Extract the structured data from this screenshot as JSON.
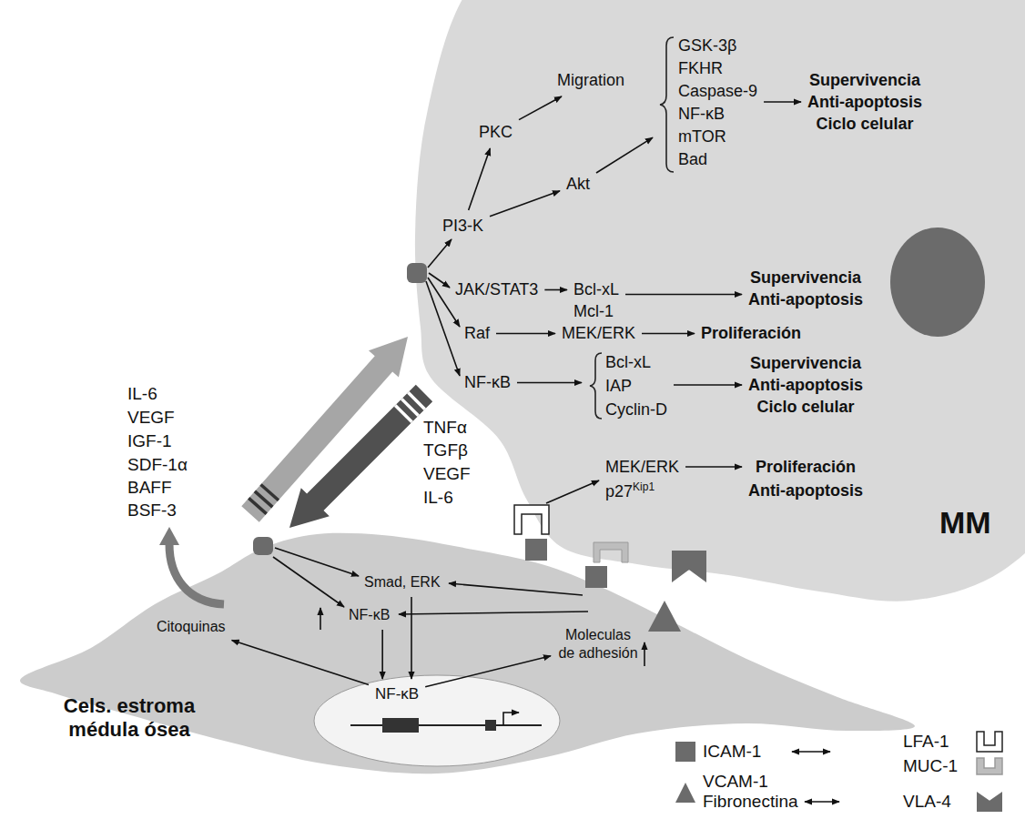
{
  "diagram": {
    "nodes": [
      {
        "text": [
          "MM"
        ]
      },
      {
        "text": [
          "Migration"
        ],
        "in": 0
      },
      {
        "text": [
          "PKC"
        ],
        "in": 0
      },
      {
        "text": [
          "PI3-K"
        ],
        "in": 0
      },
      {
        "text": [
          "Akt"
        ],
        "in": 0
      },
      {
        "text": [
          "GSK-3β",
          "FKHR",
          "Caspase-9",
          "NF-κB",
          "mTOR",
          "Bad"
        ],
        "in": 0
      },
      {
        "text": [
          "Supervivencia",
          "Anti-apoptosis",
          "Ciclo celular"
        ],
        "in": 0
      },
      {
        "text": [
          "JAK/STAT3"
        ],
        "in": 0
      },
      {
        "text": [
          "Bcl-xL",
          "Mcl-1"
        ],
        "in": 0
      },
      {
        "text": [
          "Supervivencia",
          "Anti-apoptosis"
        ],
        "in": 0
      },
      {
        "text": [
          "Raf"
        ],
        "in": 0
      },
      {
        "text": [
          "MEK/ERK"
        ],
        "in": 0
      },
      {
        "text": [
          "Proliferación"
        ],
        "in": 0
      },
      {
        "text": [
          "NF-κB"
        ],
        "in": 0
      },
      {
        "text": [
          "Bcl-xL",
          "IAP",
          "Cyclin-D"
        ],
        "in": 0
      },
      {
        "text": [
          "Supervivencia",
          "Anti-apoptosis",
          "Ciclo celular"
        ],
        "in": 0
      },
      {
        "text": [
          "MEK/ERK",
          "p27",
          "Kip1"
        ],
        "in": 0
      },
      {
        "text": [
          "Proliferación",
          "Anti-apoptosis"
        ],
        "in": 0
      },
      {
        "text": [
          "Cels. estroma médula ósea"
        ]
      },
      {
        "text": [
          "Citoquinas"
        ],
        "in": 18
      },
      {
        "text": [
          "NF-κB"
        ],
        "in": 18
      },
      {
        "text": [
          "Smad, ERK"
        ],
        "in": 18
      },
      {
        "text": [
          "NF-κB"
        ],
        "in": 18
      },
      {
        "text": [
          "Moleculas de adhesión"
        ],
        "in": 18
      }
    ],
    "edges": [
      {
        "from": 18,
        "to": 0,
        "arrow": "to"
      },
      {
        "from": 0,
        "to": 18,
        "arrow": "to"
      },
      {
        "from": 3,
        "to": 2,
        "arrow": "to"
      },
      {
        "from": 2,
        "to": 1,
        "arrow": "to"
      },
      {
        "from": 3,
        "to": 4,
        "arrow": "to"
      },
      {
        "from": 4,
        "to": 5,
        "arrow": "to"
      },
      {
        "from": 5,
        "to": 6,
        "arrow": "to"
      },
      {
        "from": 7,
        "to": 8,
        "arrow": "to"
      },
      {
        "from": 8,
        "to": 9,
        "arrow": "to"
      },
      {
        "from": 10,
        "to": 11,
        "arrow": "to"
      },
      {
        "from": 11,
        "to": 12,
        "arrow": "to"
      },
      {
        "from": 13,
        "to": 14,
        "arrow": "to"
      },
      {
        "from": 14,
        "to": 15,
        "arrow": "to"
      },
      {
        "from": 16,
        "to": 17,
        "arrow": "to"
      },
      {
        "from": 20,
        "to": 22,
        "arrow": "to"
      },
      {
        "from": 21,
        "to": 22,
        "arrow": "to"
      },
      {
        "from": 22,
        "to": 19,
        "arrow": "to"
      },
      {
        "from": 22,
        "to": 23,
        "arrow": "to"
      }
    ],
    "labels": [
      "IL-6",
      "VEGF",
      "IGF-1",
      "SDF-1α",
      "BAFF",
      "BSF-3",
      "TNFα",
      "TGFβ",
      "VEGF",
      "IL-6"
    ],
    "legend": [
      {
        "text": "ICAM-1"
      },
      {
        "text": "LFA-1"
      },
      {
        "text": "MUC-1"
      },
      {
        "text": "VCAM-1"
      },
      {
        "text": "Fibronectina"
      },
      {
        "text": "VLA-4"
      }
    ]
  }
}
